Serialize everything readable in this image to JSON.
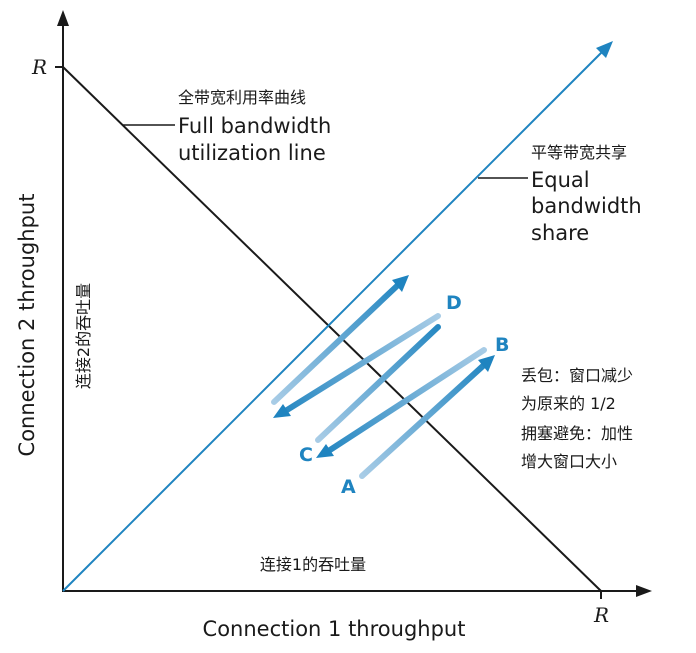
{
  "axes": {
    "x_title": "Connection 1 throughput",
    "y_title": "Connection 2 throughput",
    "x_max_label": "R",
    "y_max_label": "R",
    "x_title_cn": "连接1的吞吐量",
    "y_title_cn": "连接2的吞吐量"
  },
  "full_line": {
    "cn": "全带宽利用率曲线",
    "en_line1": "Full bandwidth",
    "en_line2": "utilization line"
  },
  "equal_line": {
    "cn": "平等带宽共享",
    "en_line1": "Equal",
    "en_line2": "bandwidth",
    "en_line3": "share"
  },
  "points": {
    "a": "A",
    "b": "B",
    "c": "C",
    "d": "D"
  },
  "notes": {
    "line1": "丢包：窗口减少",
    "line2": "为原来的 1/2",
    "line3": "拥塞避免：加性",
    "line4": "增大窗口大小"
  },
  "colors": {
    "axis": "#1a1a1a",
    "equal_share": "#1f84c0",
    "arrow_dark": "#1f84c0",
    "arrow_light": "#a8cce6"
  }
}
